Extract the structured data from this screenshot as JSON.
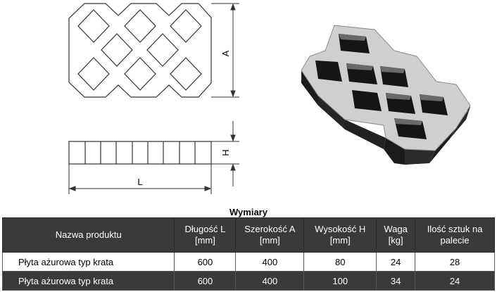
{
  "drawing": {
    "label_A": "A",
    "label_H": "H",
    "label_L": "L"
  },
  "table": {
    "caption": "Wymiary",
    "headers": [
      {
        "line1": "Nazwa produktu",
        "line2": ""
      },
      {
        "line1": "Długość L",
        "line2": "[mm]"
      },
      {
        "line1": "Szerokość A",
        "line2": "[mm]"
      },
      {
        "line1": "Wysokość H",
        "line2": "[mm]"
      },
      {
        "line1": "Waga",
        "line2": "[kg]"
      },
      {
        "line1": "Ilość sztuk na",
        "line2": "palecie"
      }
    ],
    "rows": [
      [
        "Płyta ażurowa typ krata",
        "600",
        "400",
        "80",
        "24",
        "28"
      ],
      [
        "Płyta ażurowa typ krata",
        "600",
        "400",
        "100",
        "34",
        "24"
      ]
    ]
  }
}
